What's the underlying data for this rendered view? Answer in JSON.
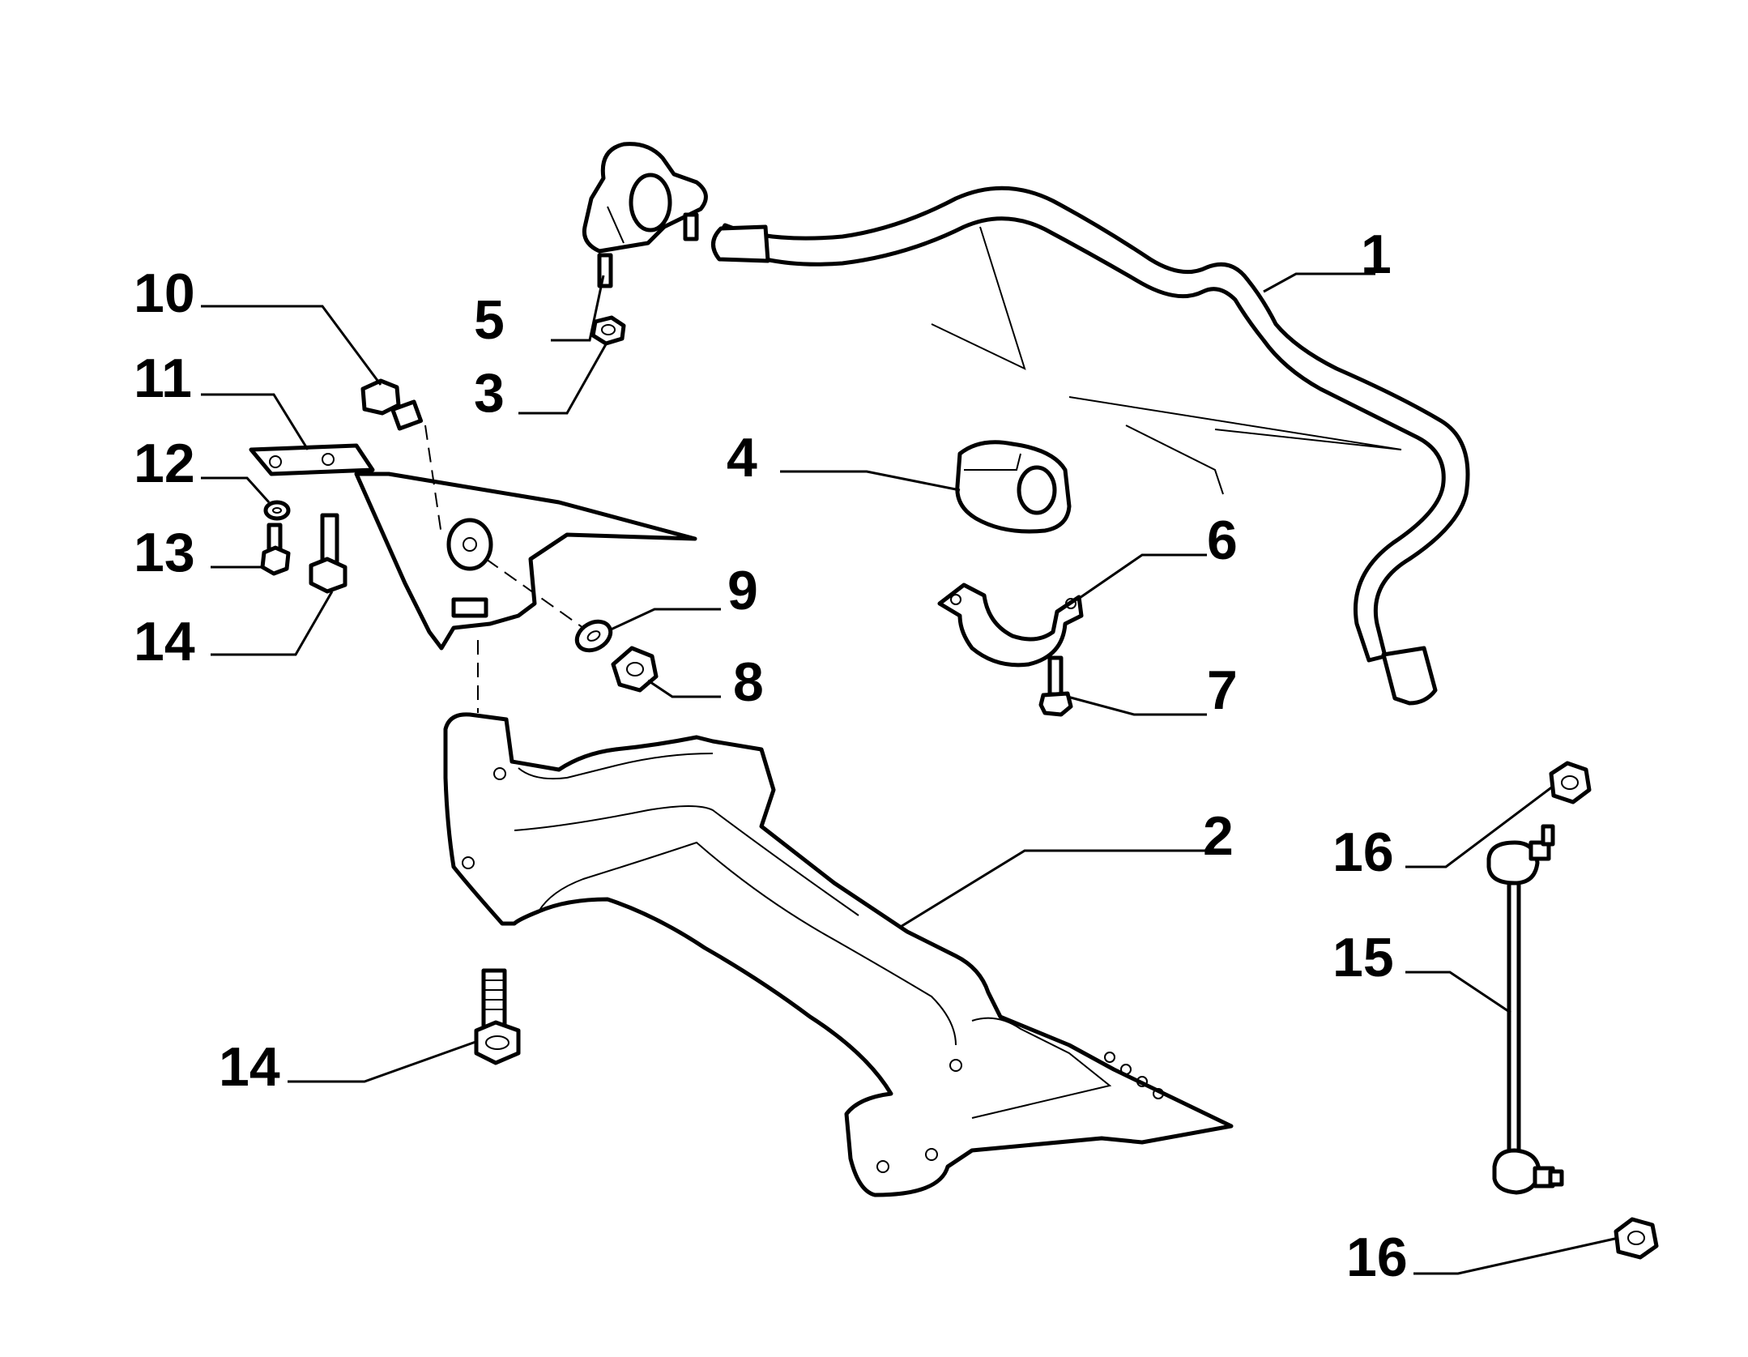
{
  "callouts": {
    "c1": "1",
    "c2": "2",
    "c3": "3",
    "c4": "4",
    "c5": "5",
    "c6": "6",
    "c7": "7",
    "c8": "8",
    "c9": "9",
    "c10": "10",
    "c11": "11",
    "c12": "12",
    "c13": "13",
    "c14a": "14",
    "c14b": "14",
    "c15": "15",
    "c16a": "16",
    "c16b": "16"
  },
  "colors": {
    "line": "#000000",
    "background": "#ffffff"
  }
}
